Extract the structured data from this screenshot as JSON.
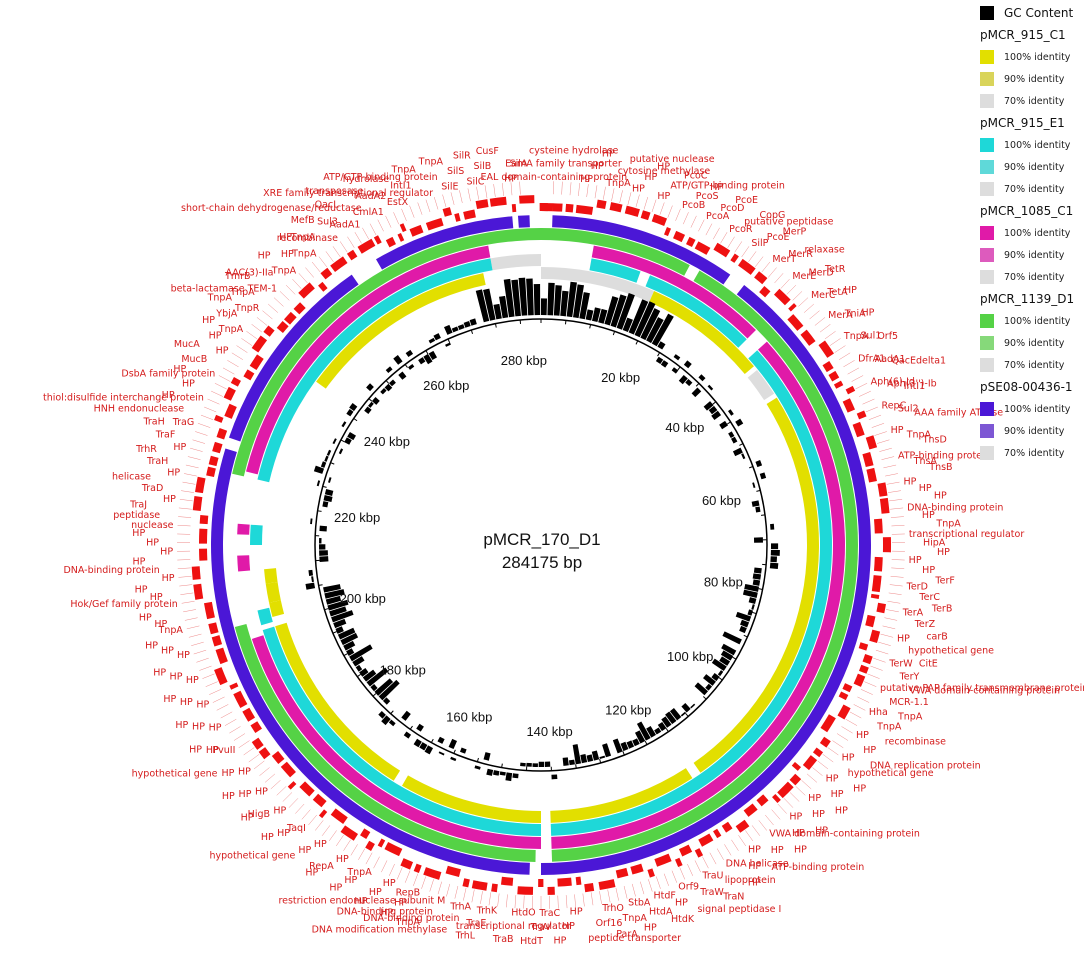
{
  "center": {
    "name": "pMCR_170_D1",
    "length": "284175 bp"
  },
  "total_bp": 284175,
  "colors": {
    "gc": "#000000",
    "c1": [
      "#e2df00",
      "#d9d45a",
      "#dddddd"
    ],
    "e1": [
      "#1ed8d8",
      "#5fd9d9",
      "#dddddd"
    ],
    "c1085": [
      "#e01aa8",
      "#dd5bbd",
      "#dddddd"
    ],
    "d1139": [
      "#55d246",
      "#86d97a",
      "#dddddd"
    ],
    "pse": [
      "#4b17d6",
      "#7d57d4",
      "#dddddd"
    ],
    "genes": "#ee1111",
    "label": "#d41c1c"
  },
  "legend": {
    "gc_label": "GC Content",
    "groups": [
      {
        "name": "pMCR_915_C1",
        "items": [
          "100% identity",
          "90% identity",
          "70% identity"
        ],
        "key": "c1"
      },
      {
        "name": "pMCR_915_E1",
        "items": [
          "100% identity",
          "90% identity",
          "70% identity"
        ],
        "key": "e1"
      },
      {
        "name": "pMCR_1085_C1",
        "items": [
          "100% identity",
          "90% identity",
          "70% identity"
        ],
        "key": "c1085"
      },
      {
        "name": "pMCR_1139_D1",
        "items": [
          "100% identity",
          "90% identity",
          "70% identity"
        ],
        "key": "d1139"
      },
      {
        "name": "pSE08-00436-1",
        "items": [
          "100% identity",
          "90% identity",
          "70% identity"
        ],
        "key": "pse"
      }
    ]
  },
  "kbp_ticks": [
    "20 kbp",
    "40 kbp",
    "60 kbp",
    "80 kbp",
    "100 kbp",
    "120 kbp",
    "140 kbp",
    "160 kbp",
    "180 kbp",
    "200 kbp",
    "220 kbp",
    "240 kbp",
    "260 kbp",
    "280 kbp"
  ],
  "gene_labels": [
    "EAL domain-containing protein",
    "EamA family transporter",
    "cysteine hydrolase",
    "HP",
    "HP",
    "HP",
    "TnpA",
    "cytosine methylase",
    "putative nuclease",
    "HP",
    "HP",
    "HP",
    "HP",
    "ATP/GTP-binding protein",
    "PcoC",
    "PcoB",
    "PcoS",
    "HP",
    "PcoA",
    "PcoD",
    "PcoE",
    "PcoR",
    "putative peptidase",
    "CopG",
    "SilP",
    "PcoE",
    "MerP",
    "MerT",
    "MerR",
    "relaxase",
    "MerE",
    "MerD",
    "TetR",
    "MerC",
    "TetA",
    "HP",
    "MerA",
    "TniA",
    "HP",
    "TnpA",
    "Sul1",
    "Orf5",
    "DfrA1",
    "AadA1",
    "QacEdelta1",
    "Aph(6)-Id",
    "Aph(3'')-Ib",
    "IntI1",
    "RepC",
    "Sul2",
    "AAA family ATPase",
    "HP",
    "TnpA",
    "TnsD",
    "ATP-binding protein",
    "TnsA",
    "TnsB",
    "HP",
    "HP",
    "HP",
    "DNA-binding protein",
    "HP",
    "TnpA",
    "transcriptional regulator",
    "HipA",
    "HP",
    "HP",
    "HP",
    "TerF",
    "TerD",
    "TerC",
    "TerB",
    "TerA",
    "TerZ",
    "carB",
    "HP",
    "hypothetical gene",
    "CitE",
    "TerW",
    "TerY",
    "VWA domain-containing protein",
    "putative PAP family transmembrane protein",
    "MCR-1.1",
    "TnpA",
    "Hha",
    "TnpA",
    "recombinase",
    "HP",
    "HP",
    "DNA replication protein",
    "HP",
    "hypothetical gene",
    "HP",
    "HP",
    "HP",
    "HP",
    "HP",
    "HP",
    "HP",
    "HP",
    "HP",
    "HP",
    "VWA domain-containing protein",
    "HP",
    "ATP-binding protein",
    "HP",
    "HP",
    "HP",
    "DNA helicase",
    "lipoprotein",
    "TraN",
    "TraU",
    "TraW",
    "signal peptidase I",
    "Orf9",
    "HP",
    "HtdK",
    "HtdF",
    "HtdA",
    "HP",
    "StbA",
    "TnpA",
    "ParA",
    "TrhO",
    "Orf16",
    "peptide transporter",
    "HP",
    "HP",
    "HP",
    "TraC",
    "TraV",
    "HtdT",
    "HtdO",
    "transcriptional regulator",
    "TraB",
    "TrhK",
    "TraE",
    "TrhL",
    "TrhA",
    "DNA-binding protein",
    "DNA modification methylase",
    "restriction endonuclease subunit M",
    "DNA-binding protein",
    "TnpA",
    "RepB",
    "HP",
    "HP",
    "HP",
    "HP",
    "HP",
    "TnpA",
    "HP",
    "HP",
    "HP",
    "RepA",
    "HP",
    "HP",
    "HP",
    "hypothetical gene",
    "TaqI",
    "HP",
    "HP",
    "HP",
    "HigB",
    "HP",
    "HP",
    "HP",
    "HP",
    "HP",
    "HP",
    "hypothetical gene",
    "PvuII",
    "HP",
    "HP",
    "HP",
    "HP",
    "HP",
    "HP",
    "HP",
    "HP",
    "HP",
    "HP",
    "HP",
    "HP",
    "HP",
    "HP",
    "TnpA",
    "HP",
    "HP",
    "Hok/Gef family protein",
    "HP",
    "HP",
    "HP",
    "DNA-binding protein",
    "HP",
    "HP",
    "HP",
    "HP",
    "nuclease",
    "peptidase",
    "TraJ",
    "HP",
    "TraD",
    "helicase",
    "HP",
    "TraH",
    "TrhR",
    "HP",
    "TraF",
    "TraH",
    "TraG",
    "HNH endonuclease",
    "HP",
    "thiol:disulfide interchange protein",
    "HP",
    "HP",
    "DsbA family protein",
    "MucB",
    "MucA",
    "HP",
    "HP",
    "HP",
    "TnpA",
    "YbjA",
    "TnpA",
    "TnpR",
    "TnpA",
    "TmrB",
    "beta-lactamase TEM-1",
    "AAC(3)-IIa",
    "HP",
    "TnpA",
    "HP",
    "HP",
    "TnpA",
    "TnpA",
    "MefB",
    "recombinase",
    "Sul3",
    "QacL",
    "AadA1",
    "short-chain dehydrogenase/reductase",
    "transposase",
    "CmlA1",
    "AadA2",
    "hydrolase",
    "EstX",
    "IntI1",
    "TnpA",
    "XRE family transcriptional regulator",
    "ATP/GTP-binding protein",
    "TnpA",
    "SilE",
    "SilS",
    "SilR",
    "SilC",
    "SilB",
    "CusF",
    "HP",
    "SilA"
  ]
}
